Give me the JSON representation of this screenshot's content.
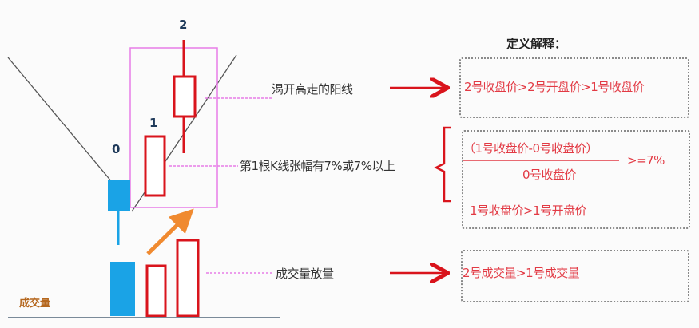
{
  "diagram": {
    "candle_labels": {
      "c0": "0",
      "c1": "1",
      "c2": "2"
    },
    "volume_axis_label": "成交量",
    "annotations": {
      "gap_up": "渴开高走的阳线",
      "rise": "第1根K线张幅有7%或7%以上",
      "volume": "成交量放量"
    },
    "definition_title": "定义解释：",
    "definitions": {
      "gap_up": "2号收盘价>2号开盘价>1号收盘价",
      "rise_numerator": "（1号收盘价-0号收盘价）",
      "rise_denominator": "0号收盘价",
      "rise_compare": ">=7%",
      "rise_second": "1号收盘价>1号开盘价",
      "volume": "2号成交量>1号成交量"
    },
    "colors": {
      "bear_candle": "#1aa3e6",
      "bull_candle": "#d9141c",
      "highlight_box": "#e87ce8",
      "arrow": "#d9141c",
      "trend_arrow": "#f08a30",
      "trend_line": "#555555"
    }
  }
}
